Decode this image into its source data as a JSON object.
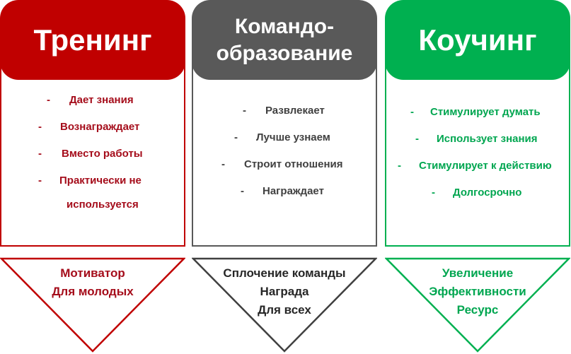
{
  "columns": [
    {
      "title": "Тренинг",
      "color": "#c00000",
      "items": [
        "Дает знания",
        "Вознаграждает",
        "Вместо работы",
        "Практически не",
        "используется"
      ],
      "result": [
        "Мотиватор",
        "Для молодых"
      ]
    },
    {
      "title": "Командо-образование",
      "title_lines": [
        "Командо-",
        "образование"
      ],
      "color": "#595959",
      "items": [
        "Развлекает",
        "Лучше узнаем",
        "Строит отношения",
        "Награждает"
      ],
      "result": [
        "Сплочение команды",
        "Награда",
        "Для всех"
      ]
    },
    {
      "title": "Коучинг",
      "color": "#00b050",
      "items": [
        "Стимулирует думать",
        "Использует знания",
        "Стимулирует к действию",
        "Долгосрочно"
      ],
      "result": [
        "Увеличение",
        "Эффективности",
        "Ресурс"
      ]
    }
  ],
  "dash": "-"
}
